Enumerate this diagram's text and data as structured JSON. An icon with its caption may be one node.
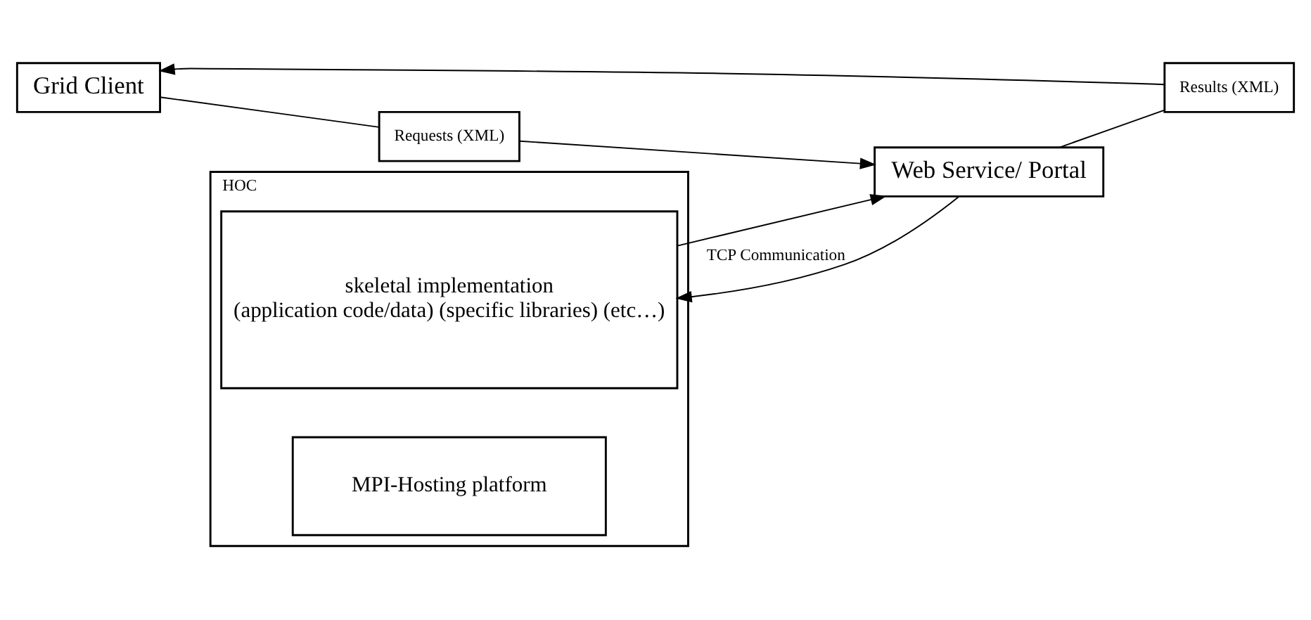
{
  "diagram": {
    "nodes": [
      {
        "text": [
          "Grid Client"
        ]
      },
      {
        "text": [
          "Requests (XML)"
        ]
      },
      {
        "text": [
          "Web Service/ Portal"
        ]
      },
      {
        "text": [
          "Results (XML)"
        ]
      },
      {
        "text": [
          "HOC"
        ]
      },
      {
        "text": [
          "skeletal implementation",
          "(application code/data) (specific libraries) (etc…)"
        ],
        "in": 4
      },
      {
        "text": [
          "MPI-Hosting platform"
        ],
        "in": 4
      }
    ],
    "edges": [
      {
        "from": 0,
        "to": 1,
        "arrow": "none"
      },
      {
        "from": 1,
        "to": 2,
        "arrow": "to"
      },
      {
        "from": 2,
        "to": 3,
        "arrow": "none"
      },
      {
        "from": 3,
        "to": 0,
        "arrow": "to"
      },
      {
        "from": 2,
        "to": 5,
        "arrow": "to",
        "label": "TCP Communication"
      },
      {
        "from": 5,
        "to": 2,
        "arrow": "to"
      }
    ]
  }
}
